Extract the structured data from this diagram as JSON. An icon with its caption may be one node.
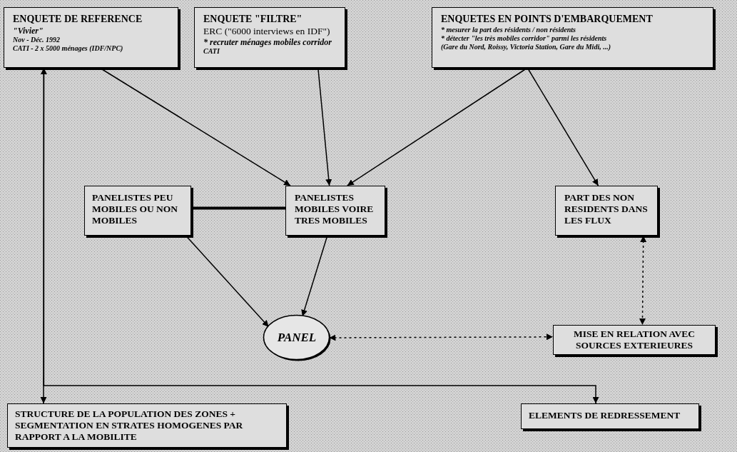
{
  "diagram": {
    "nodes": [
      {
        "text": [
          "ENQUETE DE REFERENCE",
          "\"Vivier\"",
          "Nov - Déc. 1992",
          "CATI - 2 x 5000 ménages (IDF/NPC)"
        ]
      },
      {
        "text": [
          "ENQUETE \"FILTRE\"",
          "ERC (\"6000 interviews en IDF\")",
          "* recruter ménages mobiles corridor",
          "CATI"
        ]
      },
      {
        "text": [
          "ENQUETES EN POINTS D'EMBARQUEMENT",
          "* mesurer la part des résidents / non résidents",
          "* détecter \"les très mobiles corridor\" parmi les résidents",
          "(Gare du Nord, Roissy, Victoria Station, Gare du Midi, ...)"
        ]
      },
      {
        "text": [
          "PANELISTES PEU MOBILES OU NON MOBILES"
        ]
      },
      {
        "text": [
          "PANELISTES MOBILES VOIRE TRES MOBILES"
        ]
      },
      {
        "text": [
          "PART DES NON RESIDENTS DANS LES FLUX"
        ]
      },
      {
        "text": [
          "PANEL"
        ]
      },
      {
        "text": [
          "MISE EN RELATION AVEC SOURCES EXTERIEURES"
        ]
      },
      {
        "text": [
          "STRUCTURE DE LA POPULATION DES ZONES + SEGMENTATION EN STRATES HOMOGENES PAR RAPPORT A LA MOBILITE"
        ]
      },
      {
        "text": [
          "ELEMENTS DE REDRESSEMENT"
        ]
      }
    ],
    "edges": [
      {
        "from": 0,
        "to": 4,
        "arrow": "to"
      },
      {
        "from": 1,
        "to": 4,
        "arrow": "to"
      },
      {
        "from": 2,
        "to": 4,
        "arrow": "to"
      },
      {
        "from": 2,
        "to": 5,
        "arrow": "to"
      },
      {
        "from": 3,
        "to": 4,
        "arrow": "none",
        "style": "thick"
      },
      {
        "from": 4,
        "to": 6,
        "arrow": "to"
      },
      {
        "from": 3,
        "to": 6,
        "arrow": "to"
      },
      {
        "from": 6,
        "to": 7,
        "arrow": "both",
        "style": "dashed"
      },
      {
        "from": 5,
        "to": 7,
        "arrow": "both",
        "style": "dashed"
      },
      {
        "from": 0,
        "to": 8,
        "arrow": "both"
      },
      {
        "from": 0,
        "to": 9,
        "arrow": "to"
      }
    ]
  }
}
